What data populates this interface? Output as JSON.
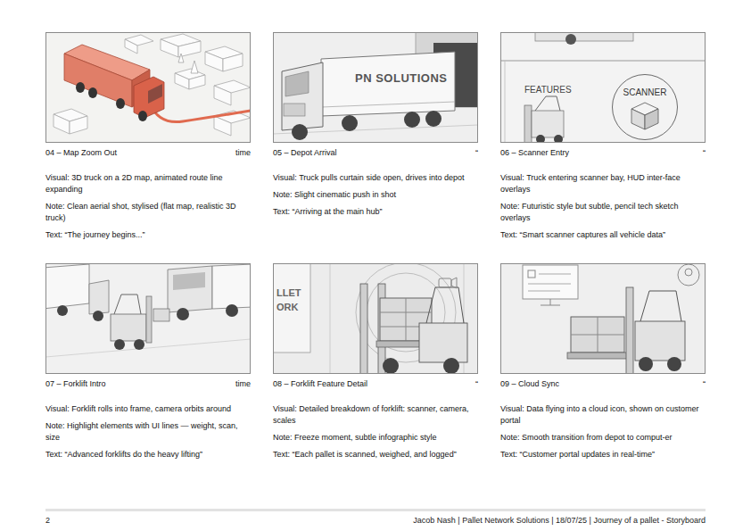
{
  "diagram": {
    "nodes": [
      {
        "text": [
          "04 – Map Zoom Out",
          "Visual: 3D truck on a 2D map, animated route line expanding",
          "Note: Clean aerial shot, stylised (flat map, realistic 3D truck)",
          "Text: “The journey begins...”"
        ]
      },
      {
        "text": [
          "05 – Depot Arrival",
          "Visual: Truck pulls curtain side open, drives into depot",
          "Note: Slight cinematic push in shot",
          "Text: “Arriving at the main hub”"
        ]
      },
      {
        "text": [
          "06 – Scanner Entry",
          "Visual: Truck entering scanner bay, HUD inter-face overlays",
          "Note: Futuristic style but subtle, pencil tech sketch overlays",
          "Text: “Smart scanner captures all vehicle data”"
        ]
      },
      {
        "text": [
          "SCANNER"
        ],
        "in": 2
      },
      {
        "text": [
          "07 – Forklift Intro",
          "Visual: Forklift rolls into frame, camera orbits around",
          "Note: Highlight elements with UI lines — weight, scan, size",
          "Text: “Advanced forklifts do the heavy lifting”"
        ]
      },
      {
        "text": [
          "08 – Forklift Feature Detail",
          "Visual: Detailed breakdown of forklift: scanner, camera, scales",
          "Note: Freeze moment, subtle infographic style",
          "Text: “Each pallet is scanned, weighed, and logged”"
        ]
      },
      {
        "text": [
          "09 – Cloud Sync",
          "Visual: Data flying into a cloud icon, shown on customer portal",
          "Note: Smooth transition from depot to comput-er",
          "Text: “Customer portal updates in real-time”"
        ]
      }
    ],
    "labels": [
      "time",
      "“",
      "“",
      "time",
      "“",
      "“",
      "PN SOLUTIONS",
      "FEATURES",
      "LLET",
      "ORK",
      "2",
      "Jacob Nash | Pallet Network Solutions | 18/07/25 | Journey of a pallet - Storyboard"
    ]
  }
}
